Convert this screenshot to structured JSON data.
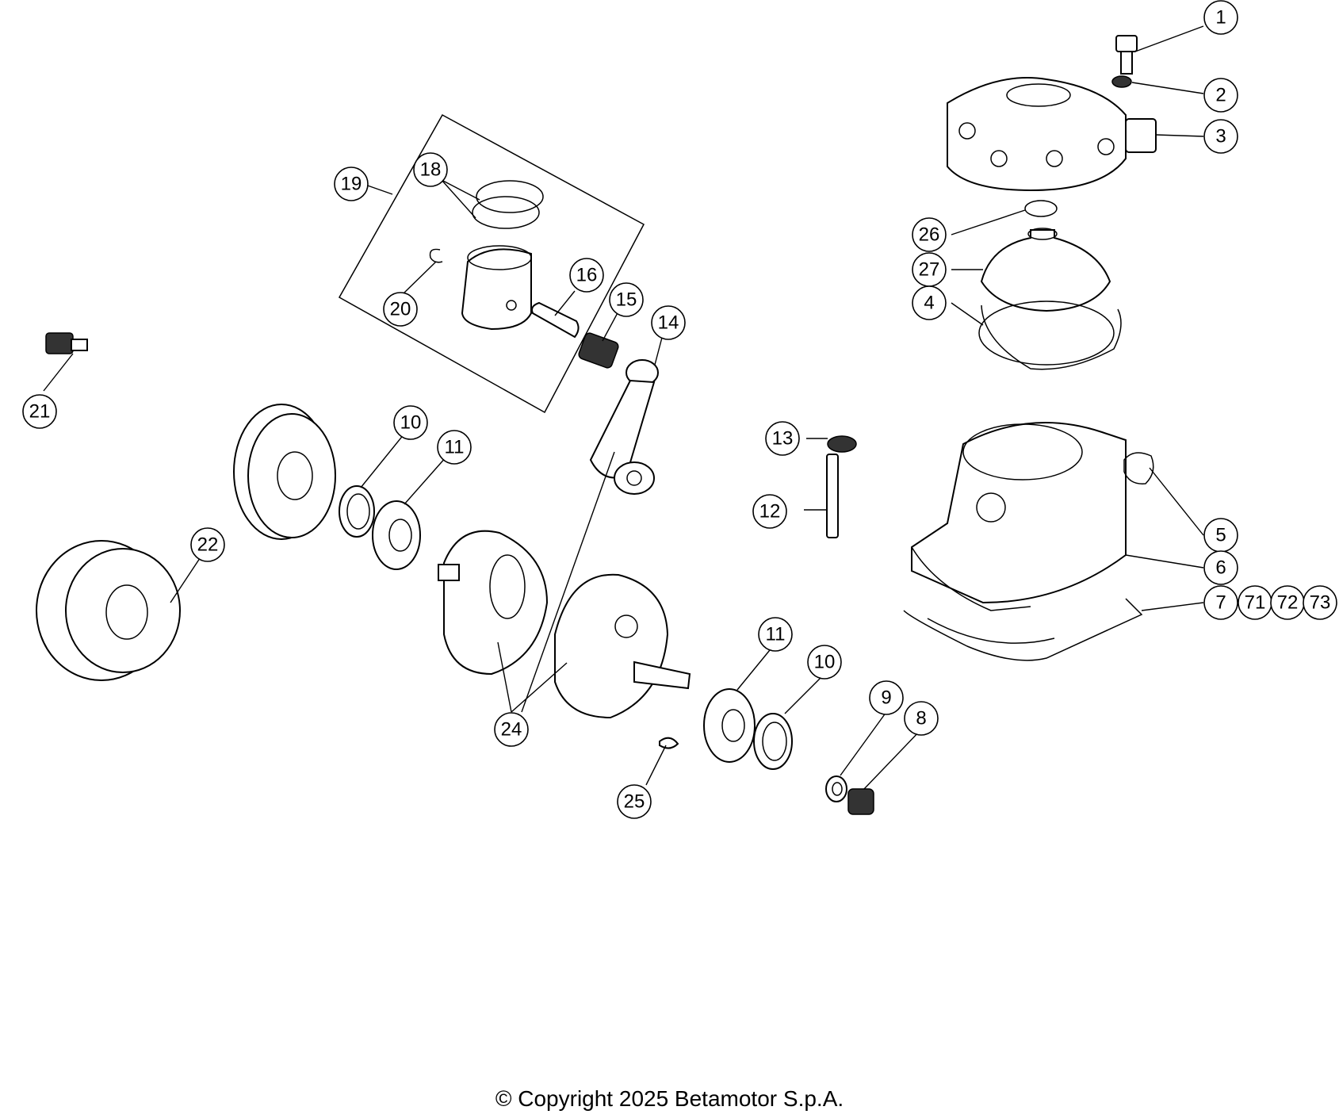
{
  "callouts": [
    {
      "id": "c1",
      "label": "1"
    },
    {
      "id": "c2",
      "label": "2"
    },
    {
      "id": "c3",
      "label": "3"
    },
    {
      "id": "c26",
      "label": "26"
    },
    {
      "id": "c27",
      "label": "27"
    },
    {
      "id": "c4",
      "label": "4"
    },
    {
      "id": "c19",
      "label": "19"
    },
    {
      "id": "c18",
      "label": "18"
    },
    {
      "id": "c20",
      "label": "20"
    },
    {
      "id": "c16",
      "label": "16"
    },
    {
      "id": "c15",
      "label": "15"
    },
    {
      "id": "c14",
      "label": "14"
    },
    {
      "id": "c21",
      "label": "21"
    },
    {
      "id": "c10a",
      "label": "10"
    },
    {
      "id": "c11a",
      "label": "11"
    },
    {
      "id": "c22",
      "label": "22"
    },
    {
      "id": "c13",
      "label": "13"
    },
    {
      "id": "c12",
      "label": "12"
    },
    {
      "id": "c5",
      "label": "5"
    },
    {
      "id": "c6",
      "label": "6"
    },
    {
      "id": "c7",
      "label": "7"
    },
    {
      "id": "c71",
      "label": "71"
    },
    {
      "id": "c72",
      "label": "72"
    },
    {
      "id": "c73",
      "label": "73"
    },
    {
      "id": "c11b",
      "label": "11"
    },
    {
      "id": "c10b",
      "label": "10"
    },
    {
      "id": "c9",
      "label": "9"
    },
    {
      "id": "c8",
      "label": "8"
    },
    {
      "id": "c24",
      "label": "24"
    },
    {
      "id": "c25",
      "label": "25"
    }
  ],
  "copyright": "© Copyright 2025 Betamotor S.p.A."
}
